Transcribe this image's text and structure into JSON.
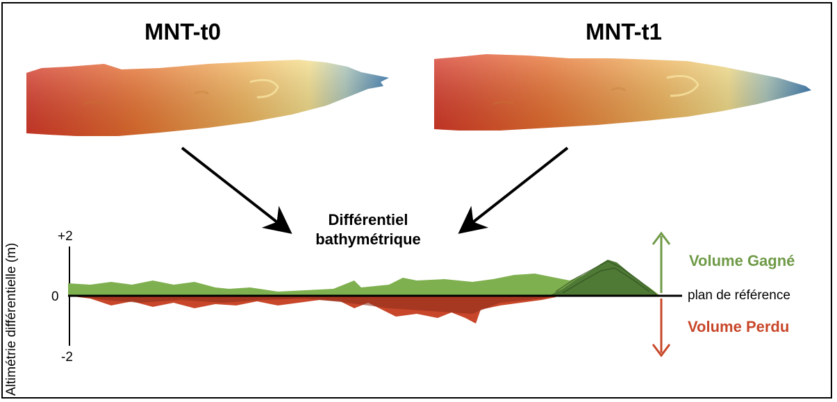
{
  "dem_t0": {
    "title": "MNT-t0"
  },
  "dem_t1": {
    "title": "MNT-t1"
  },
  "center": {
    "line1": "Différentiel",
    "line2": "bathymétrique"
  },
  "axis": {
    "label": "Altimétrie différentielle (m)",
    "tick_top": "+2",
    "tick_zero": "0",
    "tick_bottom": "-2"
  },
  "legend": {
    "gain": "Volume Gagné",
    "loss": "Volume Perdu",
    "reference": "plan de référence",
    "gain_color": "#6f9a47",
    "loss_color": "#c8472a"
  },
  "colors": {
    "dem_low": "#d0312a",
    "dem_mid": "#f0c060",
    "dem_high": "#2f70a8"
  }
}
